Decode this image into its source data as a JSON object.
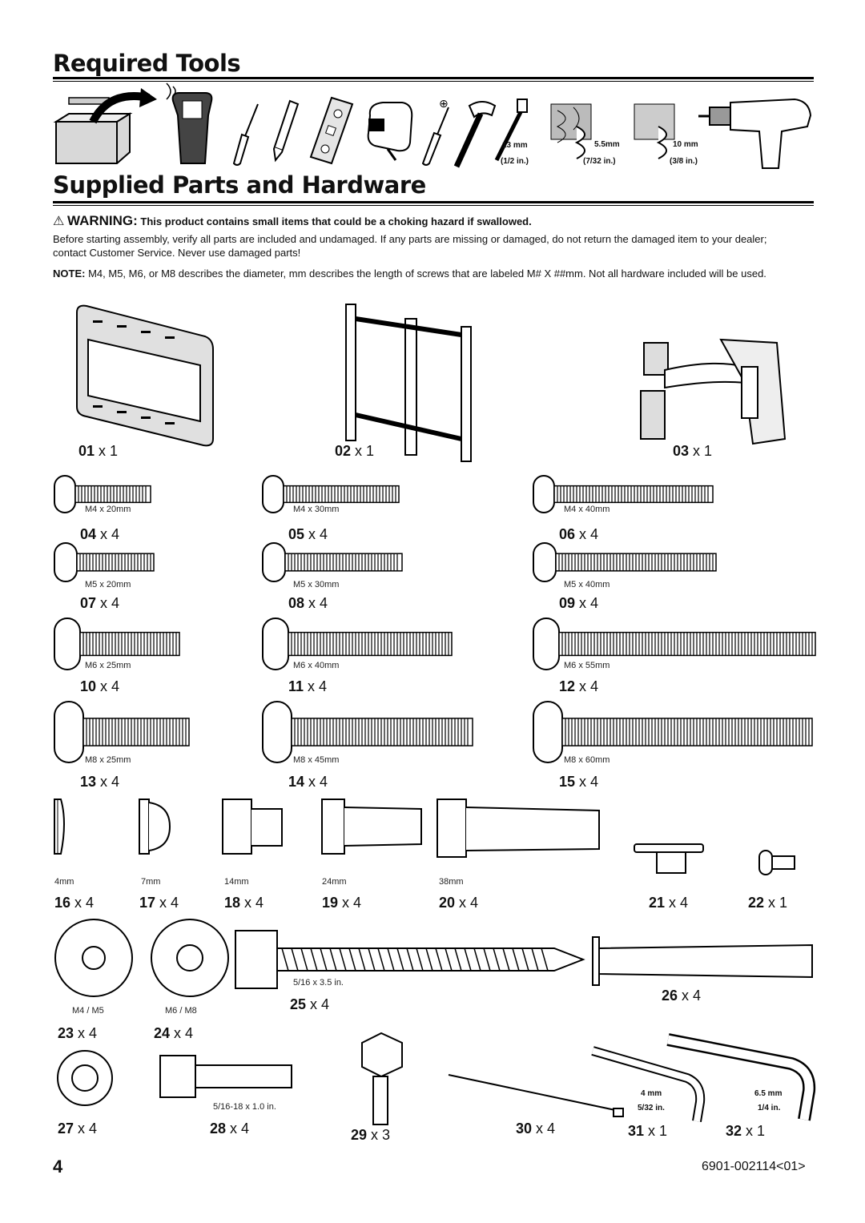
{
  "sections": {
    "tools_title": "Required Tools",
    "parts_title": "Supplied Parts and Hardware"
  },
  "tool_labels": {
    "bit1_mm": "13 mm",
    "bit1_in": "(1/2 in.)",
    "bit2_mm": "5.5mm",
    "bit2_in": "(7/32 in.)",
    "bit3_mm": "10 mm",
    "bit3_in": "(3/8 in.)"
  },
  "warning": {
    "label": "WARNING:",
    "text": "This product contains small items that could be a choking hazard if swallowed."
  },
  "intro": "Before starting assembly, verify all parts are included and undamaged.  If any parts are missing or damaged, do not return the damaged item to your dealer; contact  Customer Service.  Never use damaged parts!",
  "note": {
    "label": "NOTE:",
    "text": "M4, M5, M6, or M8 describes the diameter, mm describes the length of screws that are labeled M# X ##mm. Not all hardware included will be used."
  },
  "parts": [
    {
      "id": "01",
      "qty": "x 1"
    },
    {
      "id": "02",
      "qty": "x 1"
    },
    {
      "id": "03",
      "qty": "x 1"
    },
    {
      "id": "04",
      "qty": "x 4",
      "size": "M4 x 20mm"
    },
    {
      "id": "05",
      "qty": "x 4",
      "size": "M4 x 30mm"
    },
    {
      "id": "06",
      "qty": "x 4",
      "size": "M4 x 40mm"
    },
    {
      "id": "07",
      "qty": "x 4",
      "size": "M5 x 20mm"
    },
    {
      "id": "08",
      "qty": "x 4",
      "size": "M5 x 30mm"
    },
    {
      "id": "09",
      "qty": "x 4",
      "size": "M5 x 40mm"
    },
    {
      "id": "10",
      "qty": "x 4",
      "size": "M6 x 25mm"
    },
    {
      "id": "11",
      "qty": "x 4",
      "size": "M6 x 40mm"
    },
    {
      "id": "12",
      "qty": "x 4",
      "size": "M6 x 55mm"
    },
    {
      "id": "13",
      "qty": "x 4",
      "size": "M8 x 25mm"
    },
    {
      "id": "14",
      "qty": "x 4",
      "size": "M8 x 45mm"
    },
    {
      "id": "15",
      "qty": "x 4",
      "size": "M8 x 60mm"
    },
    {
      "id": "16",
      "qty": "x 4",
      "size": "4mm"
    },
    {
      "id": "17",
      "qty": "x 4",
      "size": "7mm"
    },
    {
      "id": "18",
      "qty": "x 4",
      "size": "14mm"
    },
    {
      "id": "19",
      "qty": "x 4",
      "size": "24mm"
    },
    {
      "id": "20",
      "qty": "x 4",
      "size": "38mm"
    },
    {
      "id": "21",
      "qty": "x 4"
    },
    {
      "id": "22",
      "qty": "x 1"
    },
    {
      "id": "23",
      "qty": "x 4",
      "size": "M4 / M5"
    },
    {
      "id": "24",
      "qty": "x 4",
      "size": "M6 / M8"
    },
    {
      "id": "25",
      "qty": "x 4",
      "size": "5/16 x 3.5 in."
    },
    {
      "id": "26",
      "qty": "x 4"
    },
    {
      "id": "27",
      "qty": "x 4"
    },
    {
      "id": "28",
      "qty": "x 4",
      "size": "5/16-18 x 1.0 in."
    },
    {
      "id": "29",
      "qty": "x 3"
    },
    {
      "id": "30",
      "qty": "x 4"
    },
    {
      "id": "31",
      "qty": "x 1",
      "size": "4 mm",
      "size2": "5/32 in."
    },
    {
      "id": "32",
      "qty": "x 1",
      "size": "6.5 mm",
      "size2": "1/4 in."
    }
  ],
  "footer": {
    "page": "4",
    "doc": "6901-002114<01>"
  }
}
